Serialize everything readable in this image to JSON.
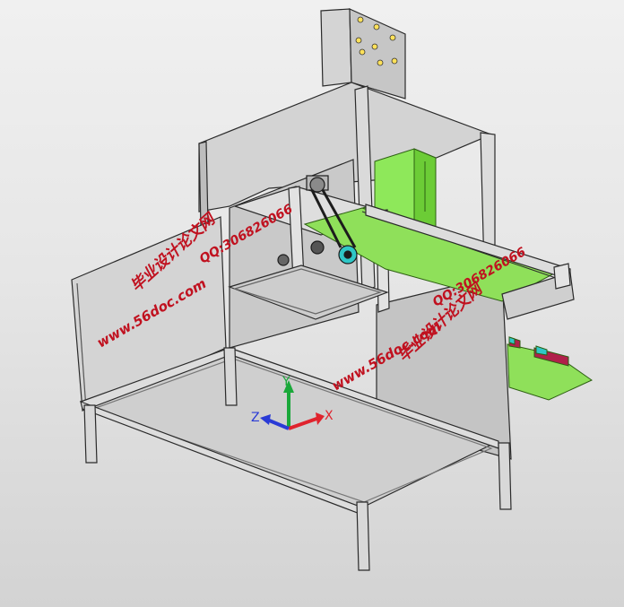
{
  "watermarks": {
    "title": "毕业设计论文网",
    "url": "www.56doc.com",
    "qq": "QQ:306826066",
    "color": "#c0111f"
  },
  "axes": {
    "x_label": "X",
    "y_label": "Y",
    "z_label": "Z",
    "x_color": "#e0232d",
    "y_color": "#1aa83a",
    "z_color": "#2a3bd6"
  },
  "colors": {
    "background": "#e4e4e4",
    "frame": "#d9d9d9",
    "frame_edge": "#2b2b2b",
    "panel": "#c8c8c8",
    "panel_light": "#d7d7d7",
    "green_part": "#8fe05a",
    "green_dark": "#5aa82c",
    "red_part": "#b0204a",
    "cyan_part": "#2fc7c7"
  },
  "icons": {
    "bolts": "bolt-icon",
    "belt_pulley": "pulley-icon",
    "axis_triad": "axis-triad-icon"
  }
}
